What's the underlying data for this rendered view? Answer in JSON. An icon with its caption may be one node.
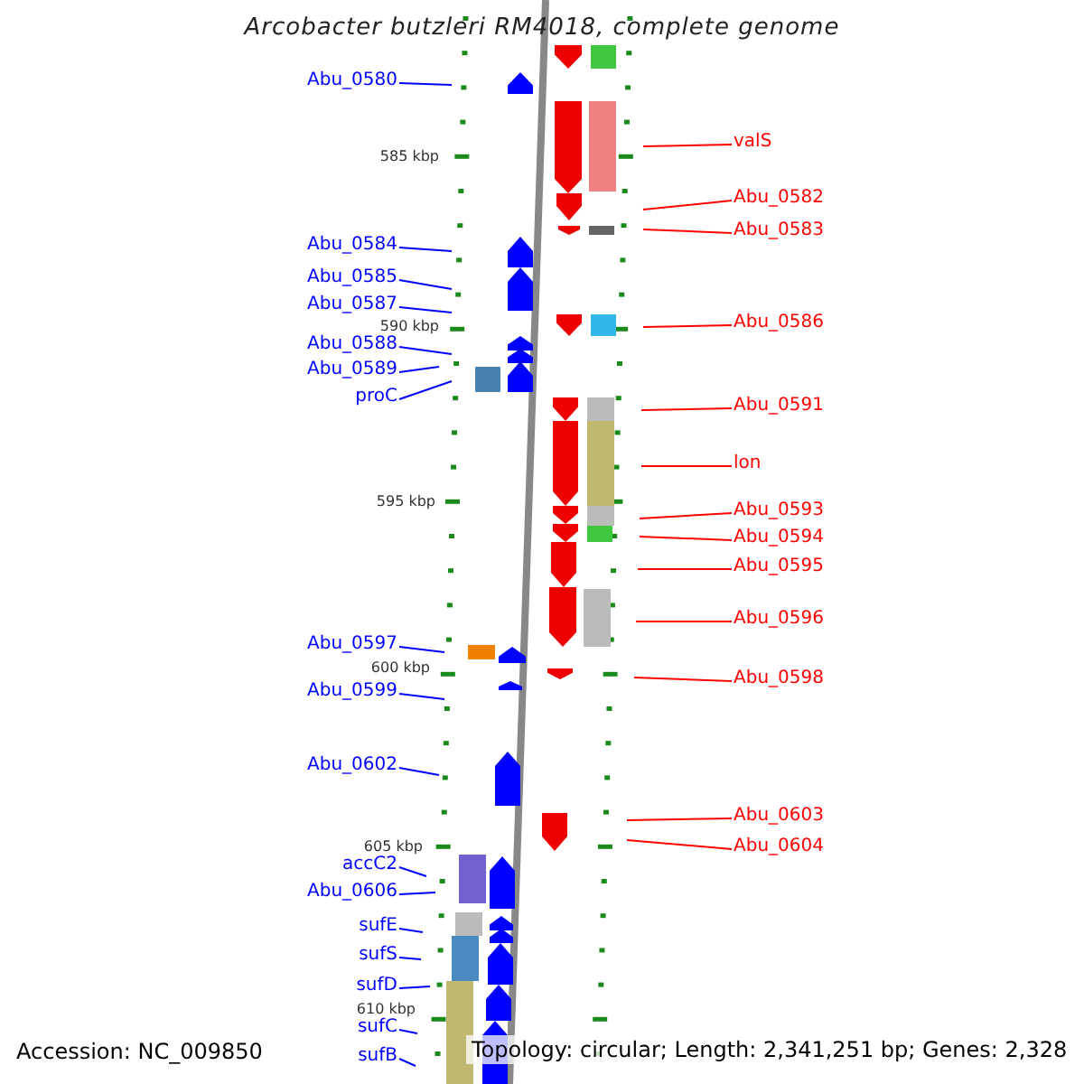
{
  "diagram": {
    "title": "Arcobacter butzleri RM4018, complete genome",
    "nodes": [
      {
        "text": [
          "Abu_0580"
        ]
      },
      {
        "text": [
          "Abu_0584"
        ]
      },
      {
        "text": [
          "Abu_0585"
        ]
      },
      {
        "text": [
          "Abu_0587"
        ]
      },
      {
        "text": [
          "Abu_0588"
        ]
      },
      {
        "text": [
          "Abu_0589"
        ]
      },
      {
        "text": [
          "proC"
        ]
      },
      {
        "text": [
          "Abu_0597"
        ]
      },
      {
        "text": [
          "Abu_0599"
        ]
      },
      {
        "text": [
          "Abu_0602"
        ]
      },
      {
        "text": [
          "accC2"
        ]
      },
      {
        "text": [
          "Abu_0606"
        ]
      },
      {
        "text": [
          "sufE"
        ]
      },
      {
        "text": [
          "sufS"
        ]
      },
      {
        "text": [
          "sufD"
        ]
      },
      {
        "text": [
          "sufC"
        ]
      },
      {
        "text": [
          "sufB"
        ]
      },
      {
        "text": [
          "valS"
        ]
      },
      {
        "text": [
          "Abu_0582"
        ]
      },
      {
        "text": [
          "Abu_0583"
        ]
      },
      {
        "text": [
          "Abu_0586"
        ]
      },
      {
        "text": [
          "Abu_0591"
        ]
      },
      {
        "text": [
          "lon"
        ]
      },
      {
        "text": [
          "Abu_0593"
        ]
      },
      {
        "text": [
          "Abu_0594"
        ]
      },
      {
        "text": [
          "Abu_0595"
        ]
      },
      {
        "text": [
          "Abu_0596"
        ]
      },
      {
        "text": [
          "Abu_0598"
        ]
      },
      {
        "text": [
          "Abu_0603"
        ]
      },
      {
        "text": [
          "Abu_0604"
        ]
      }
    ],
    "edges": [
      {
        "from": 0,
        "to": null,
        "arrow": "none"
      },
      {
        "from": 1,
        "to": null,
        "arrow": "none"
      },
      {
        "from": 2,
        "to": null,
        "arrow": "none"
      },
      {
        "from": 3,
        "to": null,
        "arrow": "none"
      },
      {
        "from": 4,
        "to": null,
        "arrow": "none"
      },
      {
        "from": 5,
        "to": null,
        "arrow": "none"
      },
      {
        "from": 6,
        "to": null,
        "arrow": "none"
      },
      {
        "from": 7,
        "to": null,
        "arrow": "none"
      },
      {
        "from": 8,
        "to": null,
        "arrow": "none"
      },
      {
        "from": 9,
        "to": null,
        "arrow": "none"
      },
      {
        "from": 10,
        "to": null,
        "arrow": "none"
      },
      {
        "from": 11,
        "to": null,
        "arrow": "none"
      },
      {
        "from": 12,
        "to": null,
        "arrow": "none"
      },
      {
        "from": 13,
        "to": null,
        "arrow": "none"
      },
      {
        "from": 14,
        "to": null,
        "arrow": "none"
      },
      {
        "from": 15,
        "to": null,
        "arrow": "none"
      },
      {
        "from": 16,
        "to": null,
        "arrow": "none"
      },
      {
        "from": 17,
        "to": null,
        "arrow": "none",
        "color": "#ff0000"
      },
      {
        "from": 18,
        "to": null,
        "arrow": "none",
        "color": "#ff0000"
      },
      {
        "from": 19,
        "to": null,
        "arrow": "none",
        "color": "#ff0000"
      },
      {
        "from": 20,
        "to": null,
        "arrow": "none",
        "color": "#ff0000"
      },
      {
        "from": 21,
        "to": null,
        "arrow": "none",
        "color": "#ff0000"
      },
      {
        "from": 22,
        "to": null,
        "arrow": "none",
        "color": "#ff0000"
      },
      {
        "from": 23,
        "to": null,
        "arrow": "none",
        "color": "#ff0000"
      },
      {
        "from": 24,
        "to": null,
        "arrow": "none",
        "color": "#ff0000"
      },
      {
        "from": 25,
        "to": null,
        "arrow": "none",
        "color": "#ff0000"
      },
      {
        "from": 26,
        "to": null,
        "arrow": "none",
        "color": "#ff0000"
      },
      {
        "from": 27,
        "to": null,
        "arrow": "none",
        "color": "#ff0000"
      },
      {
        "from": 28,
        "to": null,
        "arrow": "none",
        "color": "#ff0000"
      },
      {
        "from": 29,
        "to": null,
        "arrow": "none",
        "color": "#ff0000"
      }
    ],
    "labels": [
      "585 kbp",
      "590 kbp",
      "595 kbp",
      "600 kbp",
      "605 kbp",
      "610 kbp",
      "Accession: NC_009850",
      "Topology: circular; Length: 2,341,251 bp; Genes: 2,328"
    ]
  }
}
